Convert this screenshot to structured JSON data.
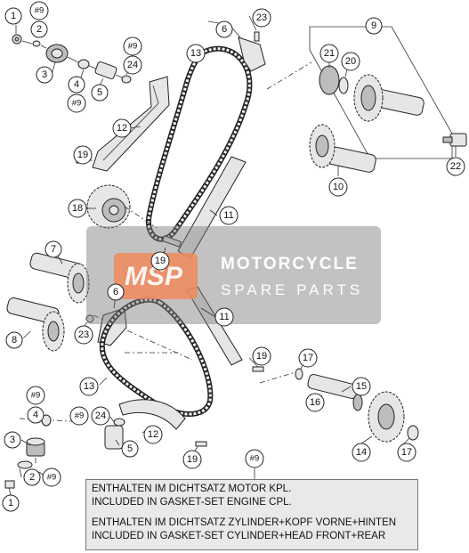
{
  "watermark": {
    "logo": "MSP",
    "title": "MOTORCYCLE",
    "subtitle": "SPARE PARTS",
    "logo_color": "#f08a5d"
  },
  "note": {
    "ref": "#9",
    "line1_de": "ENTHALTEN IM DICHTSATZ MOTOR KPL.",
    "line1_en": "INCLUDED IN GASKET-SET ENGINE CPL.",
    "line2_de": "ENTHALTEN IM DICHTSATZ ZYLINDER+KOPF VORNE+HINTEN",
    "line2_en": "INCLUDED IN GASKET-SET CYLINDER+HEAD FRONT+REAR"
  },
  "callouts": {
    "c1a": "1",
    "c9a": "#9",
    "c2a": "2",
    "c3a": "3",
    "c9b": "#9",
    "c24a": "24",
    "c4a": "4",
    "c5a": "5",
    "c9c": "#9",
    "c23a": "23",
    "c6a": "6",
    "c13a": "13",
    "c9d": "9",
    "c21": "21",
    "c20": "20",
    "c12a": "12",
    "c19a": "19",
    "c18": "18",
    "c11a": "11",
    "c10": "10",
    "c22": "22",
    "c7": "7",
    "c19b": "19",
    "c6b": "6",
    "c11b": "11",
    "c8": "8",
    "c23b": "23",
    "c19c": "19",
    "c17a": "17",
    "c15": "15",
    "c16": "16",
    "c13b": "13",
    "c9e": "#9",
    "c4b": "4",
    "c9f": "#9",
    "c24b": "24",
    "c5b": "5",
    "c12b": "12",
    "c3b": "3",
    "c2b": "2",
    "c9g": "#9",
    "c1b": "1",
    "c14": "14",
    "c17b": "17",
    "c19d": "19",
    "c9h": "#9"
  }
}
